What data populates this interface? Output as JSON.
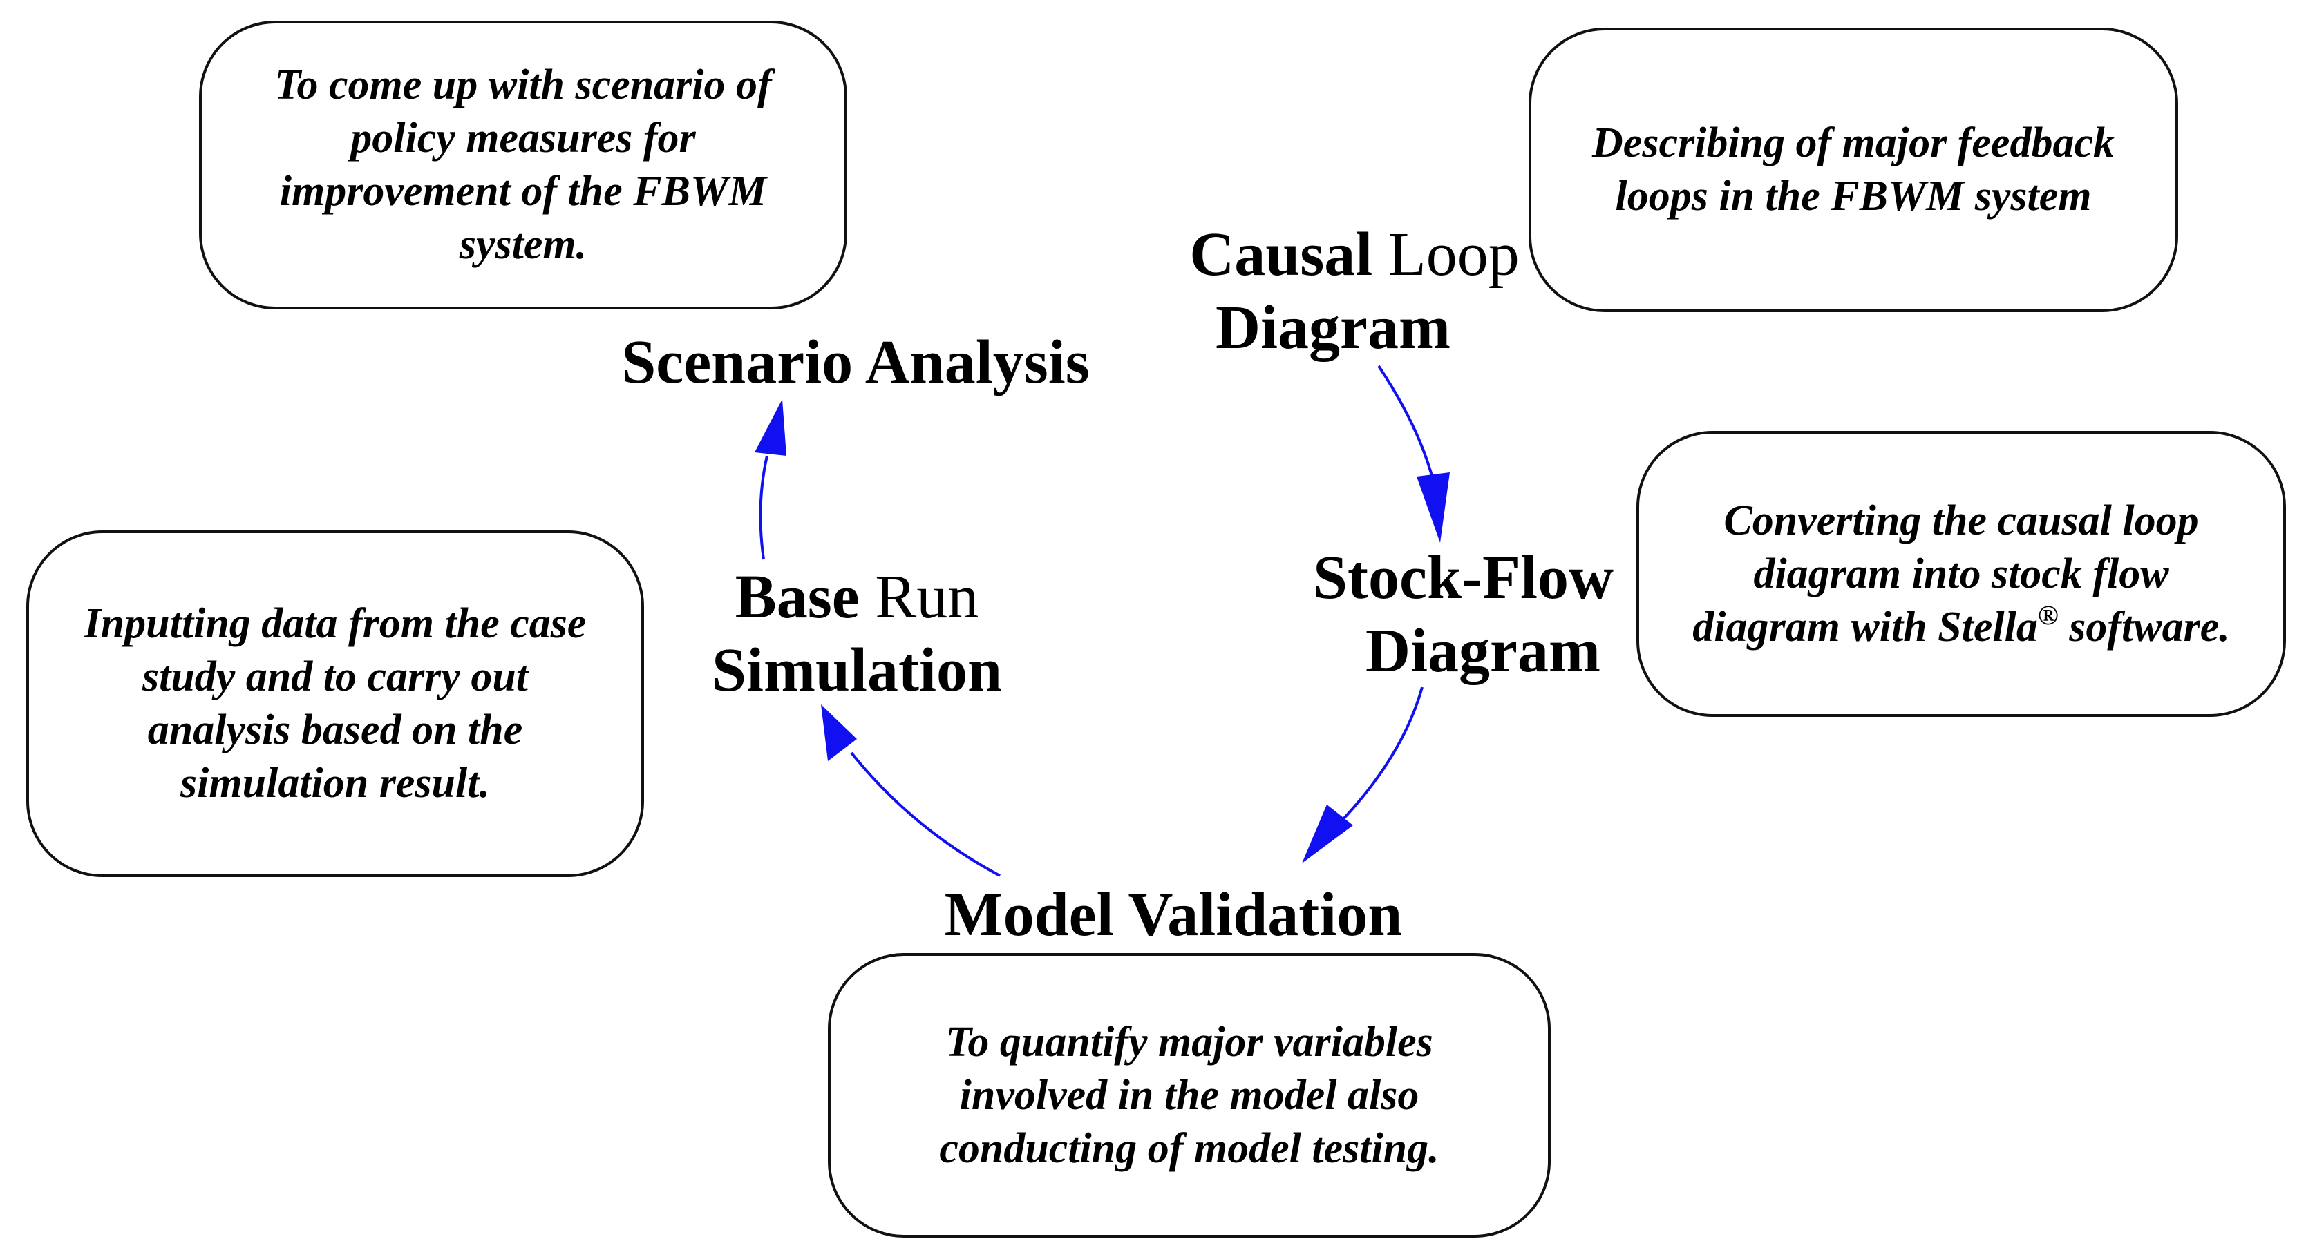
{
  "nodes": {
    "causal_loop": {
      "bold": "Causal",
      "regular": "Loop",
      "line2": "Diagram"
    },
    "stock_flow": {
      "line1": "Stock-Flow",
      "line2": "Diagram"
    },
    "model_validation": {
      "label": "Model Validation"
    },
    "base_run": {
      "bold": "Base",
      "regular": "Run",
      "line2": "Simulation"
    },
    "scenario_analysis": {
      "label": "Scenario Analysis"
    }
  },
  "descriptions": {
    "scenario": "To come up with scenario of policy measures for improvement of the FBWM system.",
    "causal": "Describing of major feedback loops in the FBWM system",
    "stock_flow_main": "Converting the causal loop diagram into stock flow diagram with Stella",
    "stock_flow_mark": "®",
    "stock_flow_tail": "software.",
    "base_run": "Inputting data from the case study and to carry out analysis based on the simulation result.",
    "validation": "To quantify major variables involved in the model also conducting of model testing."
  },
  "colors": {
    "arrow": "#1010f0",
    "border": "#111111",
    "text": "#000000"
  }
}
